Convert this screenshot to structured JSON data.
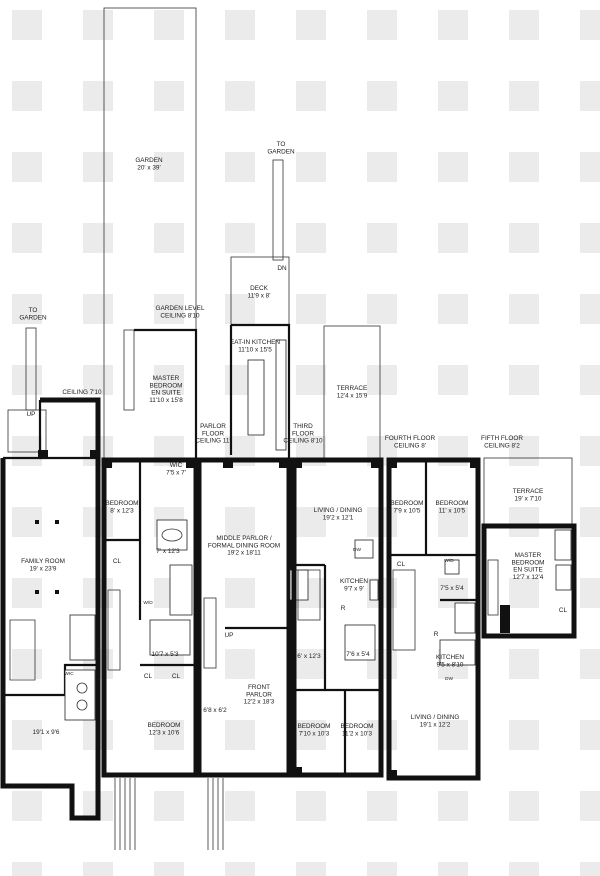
{
  "labels": {
    "to_garden_1": "TO\nGARDEN",
    "up_1": "UP",
    "ceiling_1": "CEILING 7'10",
    "family_room": "FAMILY ROOM\n19' x 23'9",
    "wic_1": "WIC",
    "dim_1": "19'1 x 9'6",
    "garden": "GARDEN\n20' x 39'",
    "garden_level": "GARDEN LEVEL\nCEILING 8'10",
    "master_bedroom_1": "MASTER\nBEDROOM\nEN SUITE\n11'10 x 15'8",
    "bedroom_1": "BEDROOM\n8' x 12'3",
    "wic_2": "WIC\n7'5 x 7'",
    "cl_1": "CL",
    "dim_2": "7' x 12'3",
    "dim_3": "10'7 x 5'3",
    "cl_2": "CL",
    "cl_3": "CL",
    "bedroom_2": "BEDROOM\n12'3 x 10'6",
    "to_garden_2": "TO\nGARDEN",
    "dn": "DN",
    "deck": "DECK\n11'9 x 8'",
    "eat_in_kitchen": "EAT-IN KITCHEN\n11'10 x 15'5",
    "parlor_floor": "PARLOR\nFLOOR\nCEILING 11'",
    "middle_parlor": "MIDDLE PARLOR /\nFORMAL DINING ROOM\n19'2 x 18'11",
    "up_2": "UP",
    "front_parlor": "FRONT\nPARLOR\n12'2 x 18'3",
    "dim_4": "6'8 x 6'2",
    "third_floor": "THIRD\nFLOOR\nCEILING 8'10",
    "terrace_1": "TERRACE\n12'4 x 15'9",
    "living_dining_1": "LIVING / DINING\n19'2 x 12'1",
    "dw_1": "DW",
    "kitchen_1": "KITCHEN\n9'7 x 9'",
    "r_1": "R",
    "dim_5": "6' x 12'3",
    "dim_6": "7'6 x 5'4",
    "bedroom_3": "BEDROOM\n7'10 x 10'3",
    "bedroom_4": "BEDROOM\n11'2 x 10'3",
    "fourth_floor": "FOURTH FLOOR\nCEILING 8'",
    "bedroom_5": "BEDROOM\n7'9 x 10'5",
    "bedroom_6": "BEDROOM\n11' x 10'5",
    "cl_4": "CL",
    "dim_7": "7'5 x 5'4",
    "r_2": "R",
    "kitchen_2": "KITCHEN\n9'5 x 8'10",
    "dw_2": "DW",
    "living_dining_2": "LIVING / DINING\n19'1 x 12'2",
    "fifth_floor": "FIFTH FLOOR\nCEILING 8'2",
    "terrace_2": "TERRACE\n19' x 7'10",
    "master_bedroom_2": "MASTER\nBEDROOM\nEN SUITE\n12'7 x 12'4",
    "cl_5": "CL",
    "wd_1": "W/D",
    "wd_2": "W/D"
  }
}
